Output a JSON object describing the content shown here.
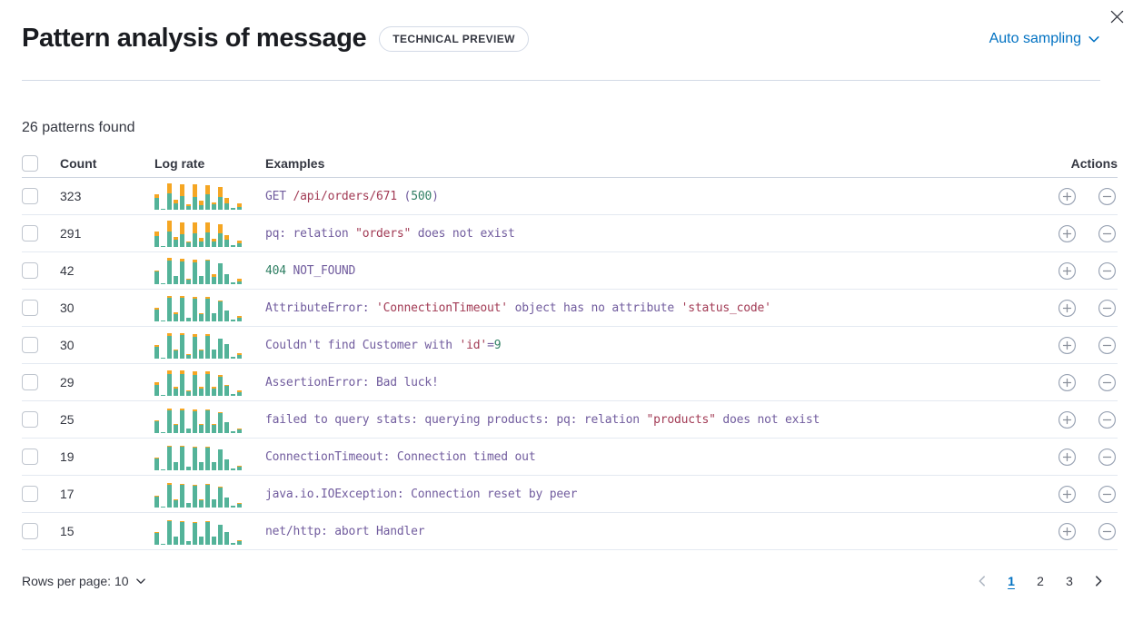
{
  "colors": {
    "accent_blue": "#0071c2",
    "bar_green": "#54b399",
    "bar_orange": "#f5a623",
    "token_purple": "#715c9e",
    "token_red": "#a23b55",
    "token_green": "#2f7f63",
    "icon_gray": "#98a2b3"
  },
  "header": {
    "title": "Pattern analysis of message",
    "badge": "TECHNICAL PREVIEW",
    "sampling_label": "Auto sampling"
  },
  "summary": "26 patterns found",
  "table": {
    "headers": {
      "count": "Count",
      "log_rate": "Log rate",
      "examples": "Examples",
      "actions": "Actions"
    },
    "rows": [
      {
        "count": "323",
        "bars": [
          [
            13,
            4
          ],
          [
            1,
            0
          ],
          [
            18,
            11
          ],
          [
            7,
            4
          ],
          [
            15,
            13
          ],
          [
            4,
            2
          ],
          [
            14,
            14
          ],
          [
            5,
            5
          ],
          [
            17,
            10
          ],
          [
            6,
            2
          ],
          [
            14,
            11
          ],
          [
            7,
            6
          ],
          [
            2,
            0
          ],
          [
            3,
            4
          ]
        ],
        "example": [
          {
            "text": "GET ",
            "color": "purple"
          },
          {
            "text": "/api/orders/671",
            "color": "red"
          },
          {
            "text": " (",
            "color": "purple"
          },
          {
            "text": "500",
            "color": "green"
          },
          {
            "text": ")",
            "color": "purple"
          }
        ]
      },
      {
        "count": "291",
        "bars": [
          [
            12,
            5
          ],
          [
            1,
            0
          ],
          [
            17,
            12
          ],
          [
            8,
            3
          ],
          [
            14,
            13
          ],
          [
            5,
            1
          ],
          [
            15,
            12
          ],
          [
            6,
            4
          ],
          [
            16,
            11
          ],
          [
            6,
            3
          ],
          [
            15,
            10
          ],
          [
            8,
            5
          ],
          [
            2,
            0
          ],
          [
            4,
            3
          ]
        ],
        "example": [
          {
            "text": "pq: relation ",
            "color": "purple"
          },
          {
            "text": "\"orders\"",
            "color": "red"
          },
          {
            "text": " does not exist",
            "color": "purple"
          }
        ]
      },
      {
        "count": "42",
        "bars": [
          [
            14,
            1
          ],
          [
            1,
            0
          ],
          [
            26,
            3
          ],
          [
            9,
            0
          ],
          [
            25,
            3
          ],
          [
            5,
            1
          ],
          [
            24,
            3
          ],
          [
            9,
            0
          ],
          [
            26,
            1
          ],
          [
            8,
            3
          ],
          [
            23,
            0
          ],
          [
            11,
            0
          ],
          [
            2,
            0
          ],
          [
            3,
            3
          ]
        ],
        "example": [
          {
            "text": "404",
            "color": "green"
          },
          {
            "text": " NOT_FOUND",
            "color": "purple"
          }
        ]
      },
      {
        "count": "30",
        "bars": [
          [
            13,
            2
          ],
          [
            1,
            0
          ],
          [
            26,
            2
          ],
          [
            8,
            2
          ],
          [
            26,
            2
          ],
          [
            4,
            0
          ],
          [
            25,
            2
          ],
          [
            8,
            1
          ],
          [
            25,
            2
          ],
          [
            9,
            0
          ],
          [
            22,
            1
          ],
          [
            12,
            0
          ],
          [
            2,
            0
          ],
          [
            4,
            2
          ]
        ],
        "example": [
          {
            "text": "AttributeError: ",
            "color": "purple"
          },
          {
            "text": "'ConnectionTimeout'",
            "color": "red"
          },
          {
            "text": " object has no attribute ",
            "color": "purple"
          },
          {
            "text": "'status_code'",
            "color": "red"
          }
        ]
      },
      {
        "count": "30",
        "bars": [
          [
            13,
            2
          ],
          [
            1,
            0
          ],
          [
            25,
            3
          ],
          [
            9,
            1
          ],
          [
            26,
            2
          ],
          [
            4,
            1
          ],
          [
            24,
            3
          ],
          [
            9,
            1
          ],
          [
            25,
            2
          ],
          [
            10,
            0
          ],
          [
            22,
            0
          ],
          [
            16,
            0
          ],
          [
            2,
            0
          ],
          [
            4,
            2
          ]
        ],
        "example": [
          {
            "text": "Couldn't find Customer with ",
            "color": "purple"
          },
          {
            "text": "'id'",
            "color": "red"
          },
          {
            "text": "=",
            "color": "purple"
          },
          {
            "text": "9",
            "color": "green"
          }
        ]
      },
      {
        "count": "29",
        "bars": [
          [
            12,
            3
          ],
          [
            1,
            0
          ],
          [
            24,
            4
          ],
          [
            8,
            2
          ],
          [
            24,
            4
          ],
          [
            5,
            1
          ],
          [
            23,
            4
          ],
          [
            8,
            2
          ],
          [
            24,
            3
          ],
          [
            8,
            2
          ],
          [
            21,
            2
          ],
          [
            11,
            1
          ],
          [
            2,
            0
          ],
          [
            4,
            2
          ]
        ],
        "example": [
          {
            "text": "AssertionError: Bad luck!",
            "color": "purple"
          }
        ]
      },
      {
        "count": "25",
        "bars": [
          [
            13,
            1
          ],
          [
            1,
            0
          ],
          [
            25,
            2
          ],
          [
            9,
            1
          ],
          [
            25,
            2
          ],
          [
            5,
            0
          ],
          [
            24,
            2
          ],
          [
            9,
            1
          ],
          [
            25,
            1
          ],
          [
            9,
            1
          ],
          [
            22,
            1
          ],
          [
            12,
            0
          ],
          [
            2,
            0
          ],
          [
            4,
            1
          ]
        ],
        "example": [
          {
            "text": "failed to query stats: querying products: pq: relation ",
            "color": "purple"
          },
          {
            "text": "\"products\"",
            "color": "red"
          },
          {
            "text": " does not exist",
            "color": "purple"
          }
        ]
      },
      {
        "count": "19",
        "bars": [
          [
            13,
            1
          ],
          [
            1,
            0
          ],
          [
            26,
            1
          ],
          [
            9,
            0
          ],
          [
            26,
            1
          ],
          [
            4,
            0
          ],
          [
            25,
            1
          ],
          [
            9,
            0
          ],
          [
            25,
            1
          ],
          [
            9,
            0
          ],
          [
            23,
            0
          ],
          [
            12,
            0
          ],
          [
            2,
            0
          ],
          [
            4,
            1
          ]
        ],
        "example": [
          {
            "text": "ConnectionTimeout: Connection timed out",
            "color": "purple"
          }
        ]
      },
      {
        "count": "17",
        "bars": [
          [
            12,
            1
          ],
          [
            1,
            0
          ],
          [
            25,
            2
          ],
          [
            8,
            1
          ],
          [
            25,
            1
          ],
          [
            5,
            0
          ],
          [
            24,
            1
          ],
          [
            8,
            1
          ],
          [
            25,
            1
          ],
          [
            9,
            0
          ],
          [
            22,
            1
          ],
          [
            11,
            0
          ],
          [
            2,
            0
          ],
          [
            4,
            1
          ]
        ],
        "example": [
          {
            "text": "java.io.IOException: Connection reset by peer",
            "color": "purple"
          }
        ]
      },
      {
        "count": "15",
        "bars": [
          [
            13,
            1
          ],
          [
            1,
            0
          ],
          [
            26,
            1
          ],
          [
            9,
            0
          ],
          [
            25,
            1
          ],
          [
            4,
            0
          ],
          [
            24,
            1
          ],
          [
            9,
            0
          ],
          [
            25,
            1
          ],
          [
            9,
            0
          ],
          [
            22,
            0
          ],
          [
            14,
            0
          ],
          [
            2,
            0
          ],
          [
            4,
            1
          ]
        ],
        "example": [
          {
            "text": "net/http: abort Handler",
            "color": "purple"
          }
        ]
      }
    ]
  },
  "footer": {
    "rows_per_page": "Rows per page: 10",
    "pages": [
      "1",
      "2",
      "3"
    ],
    "active_page": "1"
  }
}
